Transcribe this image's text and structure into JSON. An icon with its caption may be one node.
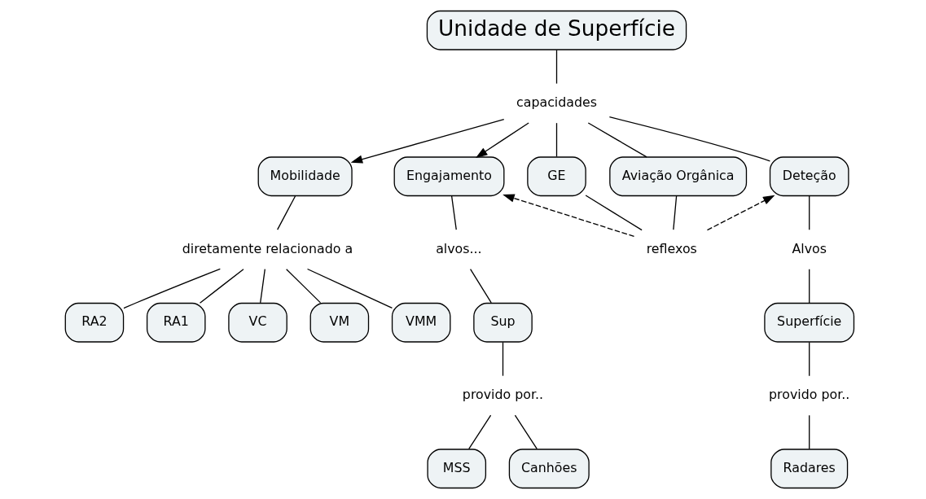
{
  "diagram": {
    "nodes": [
      {
        "text": [
          "Unidade de Superfície"
        ]
      },
      {
        "text": [
          "capacidades"
        ]
      },
      {
        "text": [
          "Mobilidade"
        ]
      },
      {
        "text": [
          "Engajamento"
        ]
      },
      {
        "text": [
          "diretamente relacionado a"
        ]
      },
      {
        "text": [
          "Deteção"
        ]
      },
      {
        "text": [
          "GE"
        ]
      },
      {
        "text": [
          "Aviação Orgânica"
        ]
      },
      {
        "text": [
          "alvos..."
        ]
      },
      {
        "text": [
          "Alvos"
        ]
      },
      {
        "text": [
          "reflexos"
        ]
      },
      {
        "text": [
          "Sup"
        ]
      },
      {
        "text": [
          "Superfície"
        ]
      },
      {
        "text": [
          "provido por.."
        ]
      },
      {
        "text": [
          "provido por.."
        ]
      },
      {
        "text": [
          "MSS"
        ]
      },
      {
        "text": [
          "Canhões"
        ]
      },
      {
        "text": [
          "RA2"
        ]
      },
      {
        "text": [
          "RA1"
        ]
      },
      {
        "text": [
          "VC"
        ]
      },
      {
        "text": [
          "VM"
        ]
      },
      {
        "text": [
          "VMM"
        ]
      },
      {
        "text": [
          "Radares"
        ]
      }
    ],
    "edges": [
      {
        "from": 0,
        "to": 1,
        "arrow": "none"
      },
      {
        "from": 1,
        "to": 2,
        "arrow": "to"
      },
      {
        "from": 1,
        "to": 3,
        "arrow": "to"
      },
      {
        "from": 1,
        "to": 5,
        "arrow": "none"
      },
      {
        "from": 1,
        "to": 6,
        "arrow": "none"
      },
      {
        "from": 1,
        "to": 7,
        "arrow": "none"
      },
      {
        "from": 2,
        "to": 4,
        "arrow": "none"
      },
      {
        "from": 4,
        "to": 17,
        "arrow": "none"
      },
      {
        "from": 4,
        "to": 18,
        "arrow": "none"
      },
      {
        "from": 4,
        "to": 19,
        "arrow": "none"
      },
      {
        "from": 4,
        "to": 20,
        "arrow": "none"
      },
      {
        "from": 4,
        "to": 21,
        "arrow": "none"
      },
      {
        "from": 5,
        "to": 9,
        "arrow": "none"
      },
      {
        "from": 9,
        "to": 12,
        "arrow": "none"
      },
      {
        "from": 12,
        "to": 14,
        "arrow": "none"
      },
      {
        "from": 14,
        "to": 22,
        "arrow": "none"
      },
      {
        "from": 3,
        "to": 8,
        "arrow": "none"
      },
      {
        "from": 8,
        "to": 11,
        "arrow": "none"
      },
      {
        "from": 11,
        "to": 13,
        "arrow": "none"
      },
      {
        "from": 13,
        "to": 15,
        "arrow": "none"
      },
      {
        "from": 13,
        "to": 16,
        "arrow": "none"
      },
      {
        "from": 6,
        "to": 10,
        "arrow": "none"
      },
      {
        "from": 7,
        "to": 10,
        "arrow": "none"
      },
      {
        "from": 10,
        "to": 5,
        "arrow": "to",
        "style": "dashed"
      },
      {
        "from": 10,
        "to": 3,
        "arrow": "to",
        "style": "dashed"
      }
    ]
  }
}
